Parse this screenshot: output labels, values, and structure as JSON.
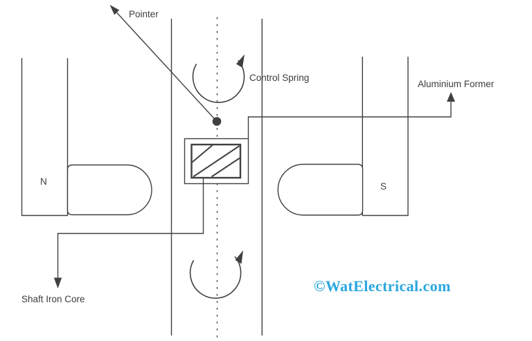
{
  "diagram": {
    "labels": {
      "pointer": "Pointer",
      "control_spring": "Control Spring",
      "aluminium_former": "Aluminium Former",
      "shaft_iron_core": "Shaft Iron Core"
    },
    "poles": {
      "left": "N",
      "right": "S"
    },
    "watermark": {
      "text": "©WatElectrical.com"
    },
    "colors": {
      "line": "#404040",
      "text": "#3c3c3c",
      "watermark": "#2aa7de",
      "background": "#ffffff"
    }
  }
}
